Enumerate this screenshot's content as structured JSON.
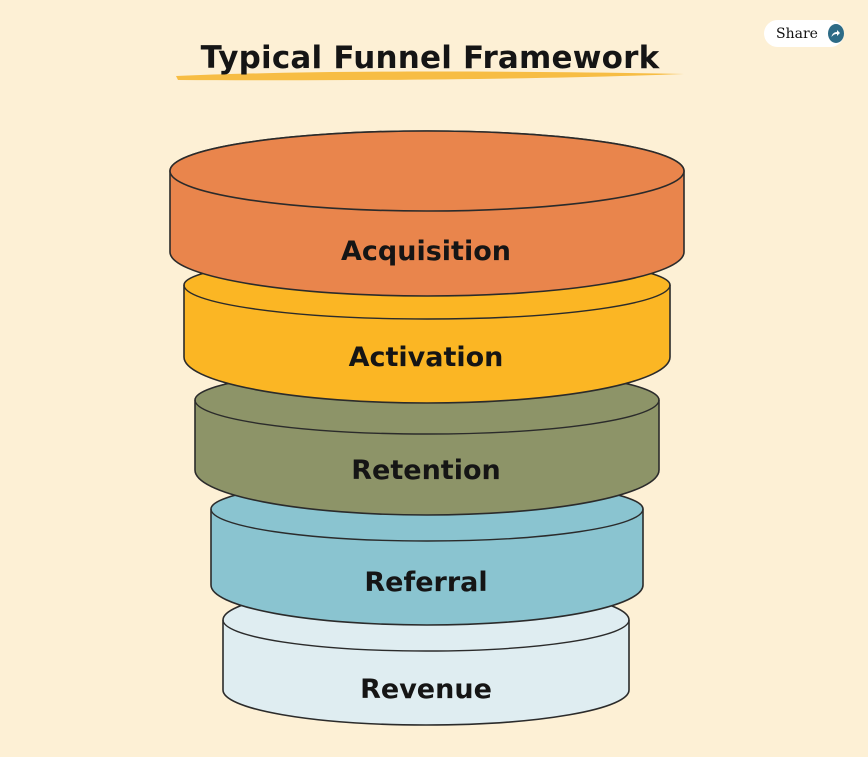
{
  "header": {
    "title": "Typical Funnel Framework",
    "share_label": "Share",
    "share_icon": "share-arrow-icon"
  },
  "colors": {
    "background": "#fdf0d5",
    "title_underline": "#f7bd44",
    "outline": "#2b2b2b"
  },
  "funnel": {
    "layers": [
      {
        "label": "Acquisition",
        "color": "#e9854c"
      },
      {
        "label": "Activation",
        "color": "#fbb624"
      },
      {
        "label": "Retention",
        "color": "#8d9468"
      },
      {
        "label": "Referral",
        "color": "#8ac4d0"
      },
      {
        "label": "Revenue",
        "color": "#dfedf1"
      }
    ]
  }
}
